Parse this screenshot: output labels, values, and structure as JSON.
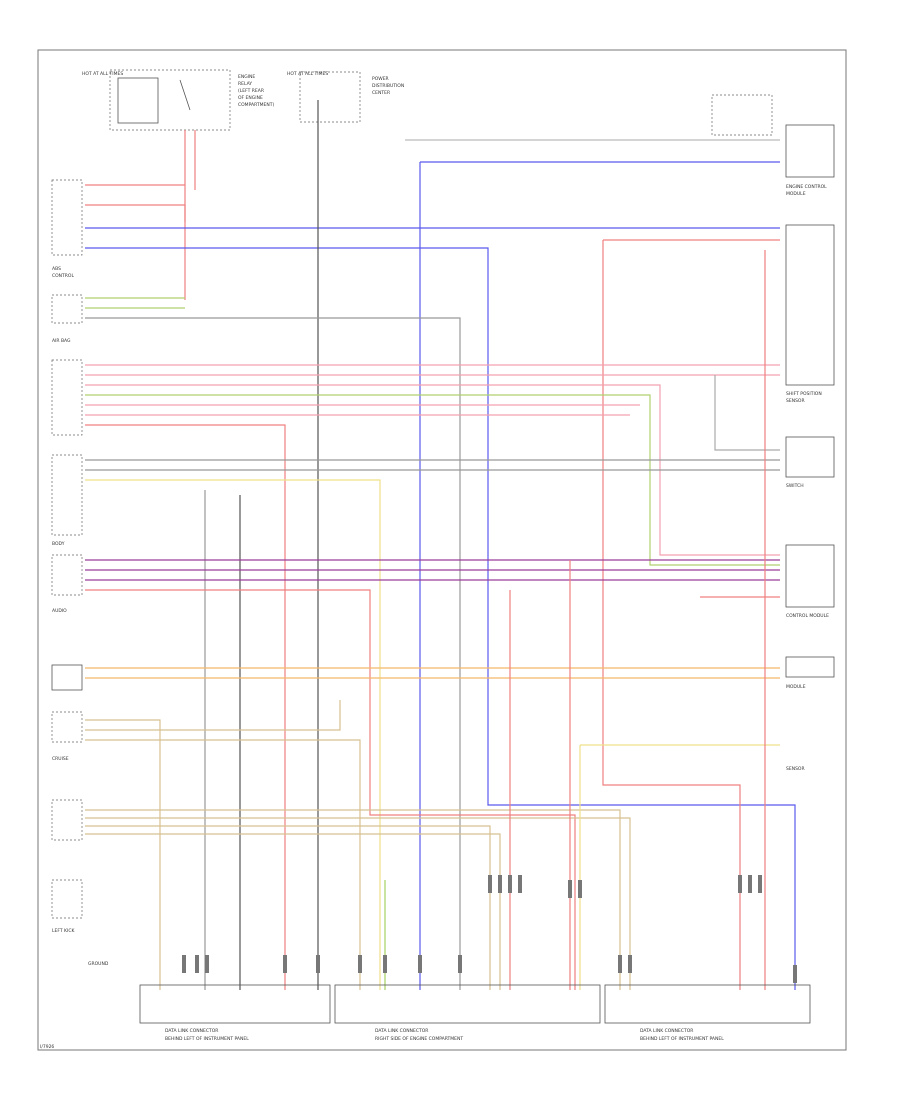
{
  "diagram_id": "I/7926",
  "top_labels": {
    "fuse_left": "HOT AT ALL TIMES",
    "fuse_mid": "HOT AT ALL TIMES",
    "relay_text": "ENGINE",
    "right_relay": "ENGINE CONTROL"
  },
  "bottom_connectors": [
    {
      "label": "DATA LINK CONNECTOR",
      "sub": "BEHIND LEFT OF INSTRUMENT PANEL"
    },
    {
      "label": "DATA LINK CONNECTOR",
      "sub": "RIGHT SIDE OF ENGINE COMPARTMENT"
    },
    {
      "label": "DATA LINK CONNECTOR",
      "sub": "BEHIND LEFT OF INSTRUMENT PANEL"
    }
  ],
  "colors": {
    "red": "#f08080",
    "pink": "#f4a0b0",
    "blue": "#5a5aee",
    "purple": "#9a3d9a",
    "orange": "#f5b86a",
    "yellow": "#f0e08a",
    "tan": "#d8c090",
    "green": "#a8d060",
    "gray": "#999999",
    "black": "#444444",
    "border": "#555555"
  }
}
